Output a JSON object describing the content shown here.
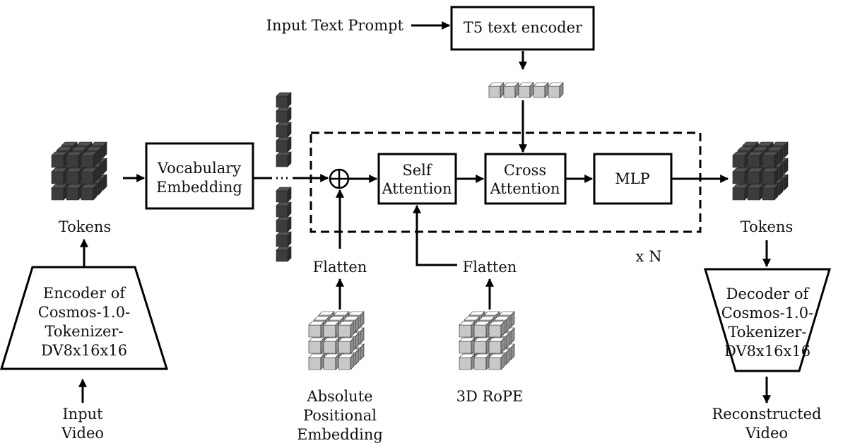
{
  "input_text_prompt": "Input Text Prompt",
  "t5_encoder": "T5 text encoder",
  "vocab_embedding": [
    "Vocabulary",
    "Embedding"
  ],
  "self_attention": [
    "Self",
    "Attention"
  ],
  "cross_attention": [
    "Cross",
    "Attention"
  ],
  "mlp": "MLP",
  "tokens_left": "Tokens",
  "tokens_right": "Tokens",
  "repeat": "x N",
  "flatten_left": "Flatten",
  "flatten_right": "Flatten",
  "encoder": [
    "Encoder of",
    "Cosmos-1.0-",
    "Tokenizer-",
    "DV8x16x16"
  ],
  "decoder": [
    "Decoder of",
    "Cosmos-1.0-",
    "Tokenizer-",
    "DV8x16x16"
  ],
  "input_video": [
    "Input",
    "Video"
  ],
  "abs_pos_embedding": [
    "Absolute",
    "Positional",
    "Embedding"
  ],
  "rope_3d": "3D RoPE",
  "reconstructed_video": [
    "Reconstructed",
    "Video"
  ],
  "colors": {
    "dark_cube": "#3c3c3c",
    "light_cube": "#c8c8c8",
    "line": "#000000"
  }
}
